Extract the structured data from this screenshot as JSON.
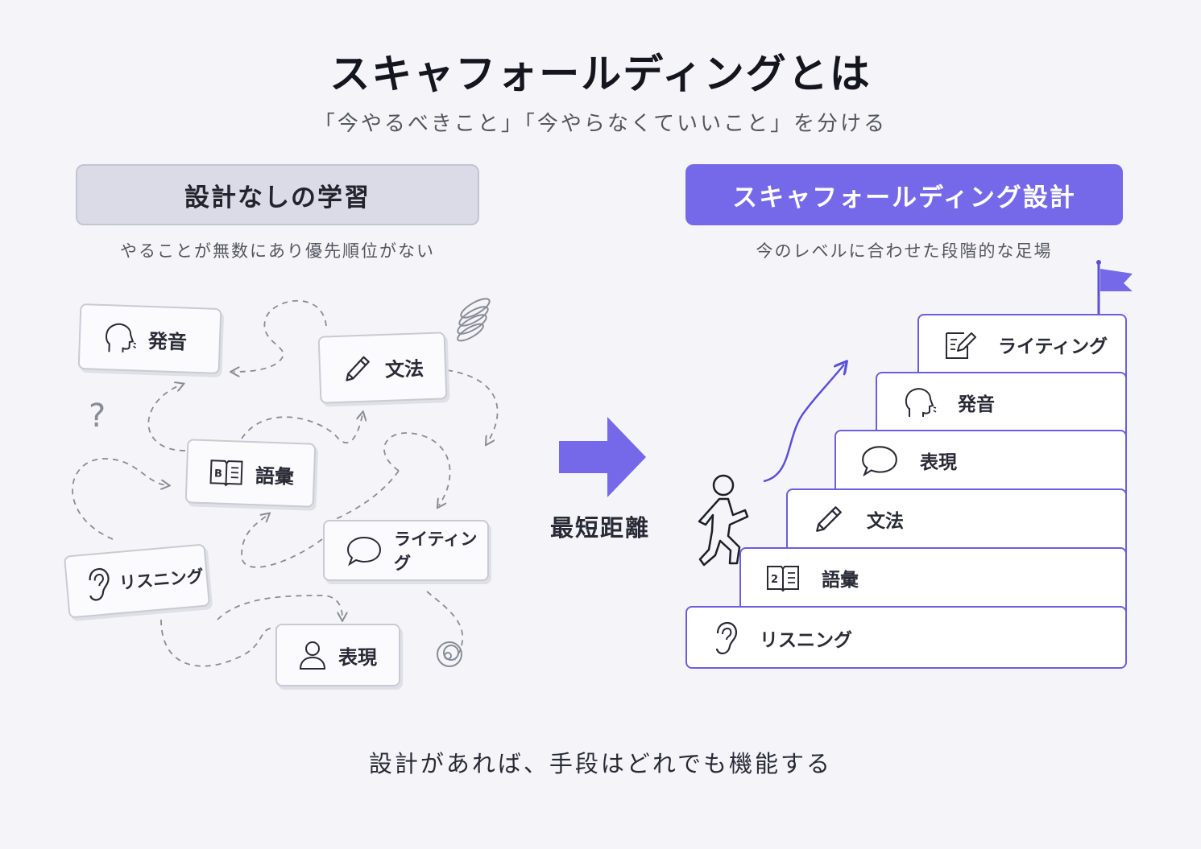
{
  "title": "スキャフォールディングとは",
  "subtitle": "「今やるべきこと」「今やらなくていいこと」を分ける",
  "left": {
    "header": "設計なしの学習",
    "caption": "やることが無数にあり優先順位がない",
    "cards": {
      "pronunciation": "発音",
      "grammar": "文法",
      "vocabulary": "語彙",
      "writing": "ライティング",
      "listening": "リスニング",
      "expression": "表現"
    },
    "question_mark": "?"
  },
  "middle": {
    "label": "最短距離"
  },
  "right": {
    "header": "スキャフォールディング設計",
    "caption": "今のレベルに合わせた段階的な足場",
    "steps": {
      "writing": "ライティング",
      "pronunciation": "発音",
      "expression": "表現",
      "grammar": "文法",
      "vocabulary": "語彙",
      "listening": "リスニング"
    }
  },
  "footer": "設計があれば、手段はどれでも機能する",
  "colors": {
    "accent": "#7569ea",
    "stroke": "#6a5ee0",
    "muted_box": "#dadbe6"
  }
}
